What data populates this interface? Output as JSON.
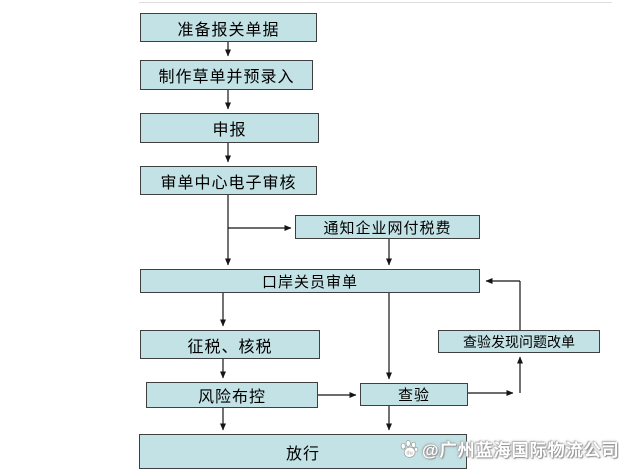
{
  "diagram": {
    "nodes": {
      "prepare": "准备报关单据",
      "draft": "制作草单并预录入",
      "declare": "申报",
      "review_center": "审单中心电子审核",
      "notify_pay": "通知企业网付税费",
      "port_officer": "口岸关员审单",
      "tax_assess": "征税、核税",
      "risk_control": "风险布控",
      "inspect": "查验",
      "inspect_rework": "查验发现问题改单",
      "release": "放行"
    },
    "edges": [
      {
        "from": "prepare",
        "to": "draft"
      },
      {
        "from": "draft",
        "to": "declare"
      },
      {
        "from": "declare",
        "to": "review_center"
      },
      {
        "from": "review_center",
        "to": "notify_pay"
      },
      {
        "from": "review_center",
        "to": "port_officer"
      },
      {
        "from": "notify_pay",
        "to": "port_officer"
      },
      {
        "from": "port_officer",
        "to": "tax_assess"
      },
      {
        "from": "port_officer",
        "to": "inspect"
      },
      {
        "from": "tax_assess",
        "to": "risk_control"
      },
      {
        "from": "risk_control",
        "to": "inspect"
      },
      {
        "from": "risk_control",
        "to": "release"
      },
      {
        "from": "inspect",
        "to": "release"
      },
      {
        "from": "inspect",
        "to": "inspect_rework"
      },
      {
        "from": "inspect_rework",
        "to": "port_officer"
      }
    ],
    "colors": {
      "node_fill": "#c3e2e5",
      "node_border": "#3f3f3f",
      "arrow": "#151515",
      "text": "#000000",
      "watermark_text": "#ffffff"
    },
    "watermark": {
      "icon": "paw-icon",
      "text": "@广州蓝海国际物流公司"
    }
  }
}
